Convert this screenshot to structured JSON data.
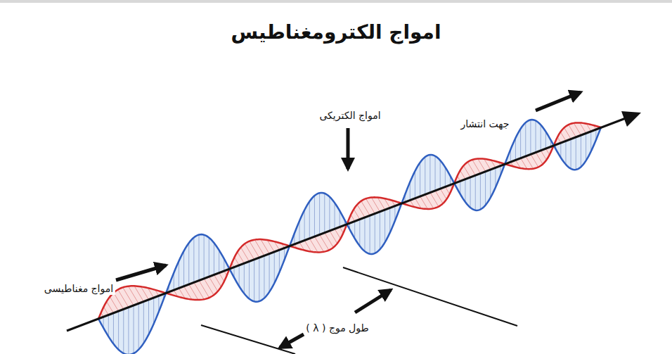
{
  "diagram": {
    "title": "امواج الکترومغناطیس",
    "labels": [
      "امواج الکتریکی",
      "جهت انتشار",
      "امواج مغناطیسی",
      "طول موج ( λ )"
    ]
  }
}
